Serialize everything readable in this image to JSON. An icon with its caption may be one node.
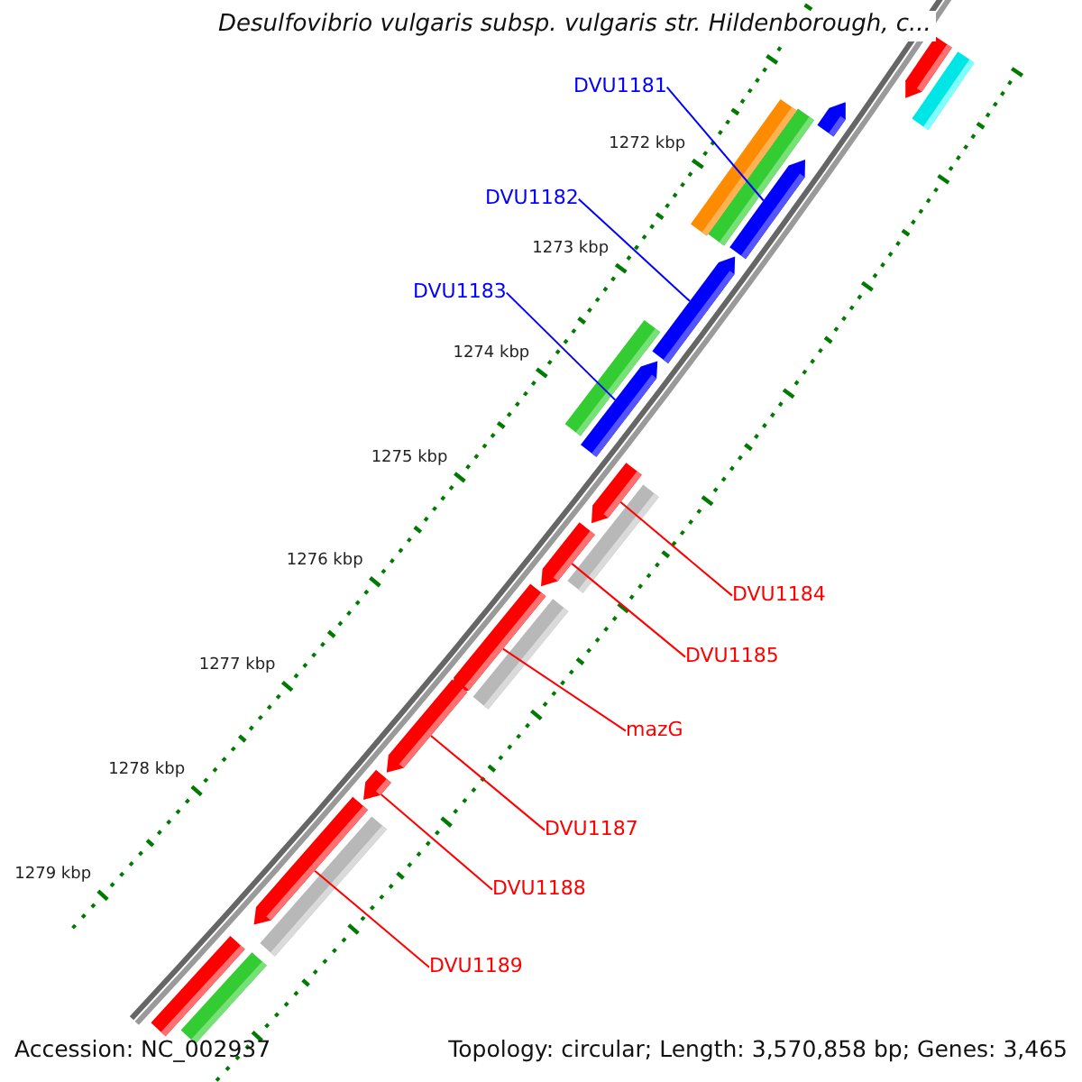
{
  "diagram": {
    "title": "Desulfovibrio vulgaris subsp. vulgaris str. Hildenborough, c...",
    "nodes": [
      {
        "text": [
          "DVU1181"
        ]
      },
      {
        "text": [
          "DVU1182"
        ]
      },
      {
        "text": [
          "DVU1183"
        ]
      },
      {
        "text": [
          "DVU1184"
        ]
      },
      {
        "text": [
          "DVU1185"
        ]
      },
      {
        "text": [
          "mazG"
        ]
      },
      {
        "text": [
          "DVU1187"
        ]
      },
      {
        "text": [
          "DVU1188"
        ]
      },
      {
        "text": [
          "DVU1189"
        ]
      },
      {
        "text": [],
        "shape": "arrow"
      },
      {
        "text": [],
        "shape": "bar"
      },
      {
        "text": [],
        "shape": "arrow"
      },
      {
        "text": [],
        "shape": "bar"
      },
      {
        "text": [],
        "shape": "bar"
      },
      {
        "text": [],
        "shape": "arrow"
      },
      {
        "text": [],
        "shape": "arrow"
      },
      {
        "text": [],
        "shape": "bar"
      },
      {
        "text": [],
        "shape": "arrow"
      },
      {
        "text": [],
        "shape": "arrow"
      },
      {
        "text": [],
        "shape": "bar"
      },
      {
        "text": [],
        "shape": "arrow"
      },
      {
        "text": [],
        "shape": "arrow"
      },
      {
        "text": [],
        "shape": "bar"
      },
      {
        "text": [],
        "shape": "arrow"
      },
      {
        "text": [],
        "shape": "arrow"
      },
      {
        "text": [],
        "shape": "arrow"
      },
      {
        "text": [],
        "shape": "bar"
      },
      {
        "text": [],
        "shape": "bar"
      },
      {
        "text": [],
        "shape": "bar"
      }
    ],
    "edges": [
      {
        "from": 0,
        "to": 14,
        "arrow": "none",
        "color": "#0000ff"
      },
      {
        "from": 1,
        "to": 15,
        "arrow": "none",
        "color": "#0000ff"
      },
      {
        "from": 2,
        "to": 17,
        "arrow": "none",
        "color": "#0000ff"
      },
      {
        "from": 3,
        "to": 18,
        "arrow": "none"
      },
      {
        "from": 4,
        "to": 20,
        "arrow": "none"
      },
      {
        "from": 5,
        "to": 21,
        "arrow": "none"
      },
      {
        "from": 6,
        "to": 23,
        "arrow": "none"
      },
      {
        "from": 7,
        "to": 24,
        "arrow": "none"
      },
      {
        "from": 8,
        "to": 25,
        "arrow": "none"
      }
    ],
    "labels": [
      "1272 kbp",
      "1273 kbp",
      "1274 kbp",
      "1275 kbp",
      "1276 kbp",
      "1277 kbp",
      "1278 kbp",
      "1279 kbp",
      "Accession: NC_002937",
      "Topology: circular; Length: 3,570,858 bp; Genes: 3,465"
    ]
  }
}
